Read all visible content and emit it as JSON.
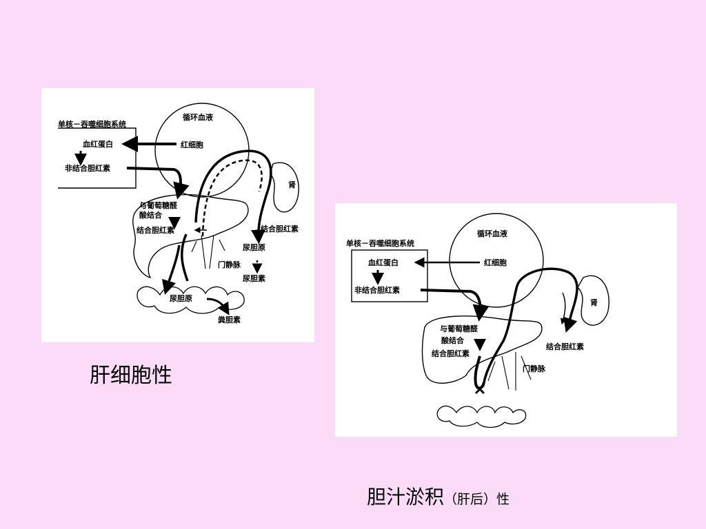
{
  "slide": {
    "background": "#fbdcf8",
    "caption_left": "肝细胞性",
    "caption_right_main": "胆汁淤积",
    "caption_right_sub": "（肝后）性"
  },
  "diagram_left": {
    "system_title": "单核－吞噬细胞系统",
    "circulation": "循环血液",
    "red_cell": "红细胞",
    "hemoglobin": "血红蛋白",
    "unconjugated": "非结合胆红素",
    "glucuronic_1": "与葡萄糖醛",
    "glucuronic_2": "酸结合",
    "conjugated_liver": "结合胆红素",
    "kidney": "肾",
    "conjugated_kidney": "结合胆红素",
    "urobilinogen_kidney": "尿胆原",
    "portal_vein": "门静脉",
    "urobilin": "尿胆素",
    "urobilinogen_gut": "尿胆原",
    "stercobilin": "粪胆素"
  },
  "diagram_right": {
    "system_title": "单核－吞噬细胞系统",
    "circulation": "循环血液",
    "hemoglobin": "血红蛋白",
    "red_cell": "红细胞",
    "unconjugated": "非结合胆红素",
    "kidney": "肾",
    "glucuronic_1": "与葡萄糖醛",
    "glucuronic_2": "酸结合",
    "conjugated_liver": "结合胆红素",
    "conjugated_kidney": "结合胆红素",
    "portal_vein": "门静脉"
  }
}
